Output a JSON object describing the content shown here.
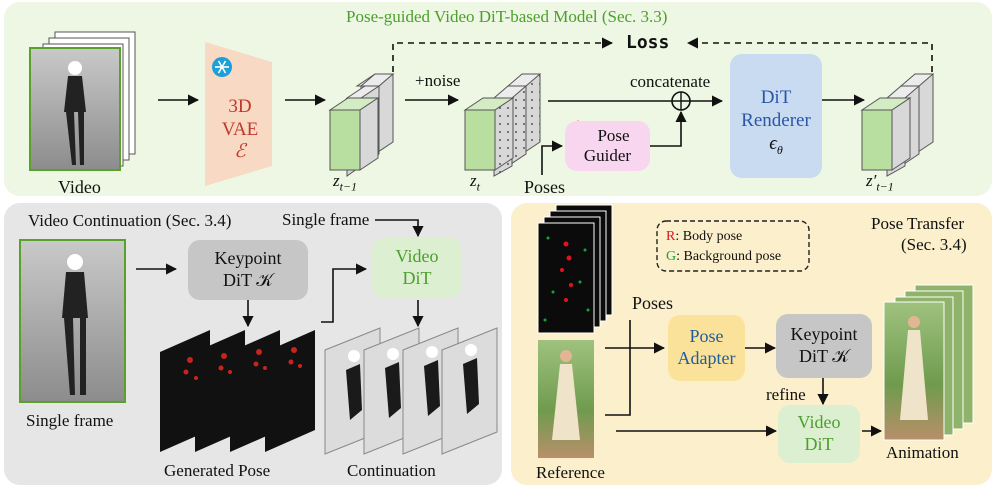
{
  "top": {
    "title": "Pose-guided Video DiT-based Model (Sec. 3.3)",
    "loss": "Loss",
    "noise": "+noise",
    "concat": "concatenate",
    "video_label": "Video",
    "vae": {
      "line1": "3D",
      "line2": "VAE",
      "line3": "ℰ"
    },
    "z_prev": "z",
    "z_prev_sub": "t−1",
    "z_t": "z",
    "z_t_sub": "t",
    "z_out": "z′",
    "z_out_sub": "t−1",
    "pose_guider": {
      "line1": "Pose",
      "line2": "Guider"
    },
    "poses": "Poses",
    "dit_renderer": {
      "line1": "DiT",
      "line2": "Renderer",
      "line3": "ϵ",
      "sub": "θ"
    }
  },
  "left": {
    "title": "Video Continuation (Sec. 3.4)",
    "single_frame_top": "Single frame",
    "single_frame_bottom": "Single frame",
    "keypoint": {
      "line1": "Keypoint",
      "line2": "DiT 𝒦"
    },
    "video_dit": {
      "line1": "Video",
      "line2": "DiT"
    },
    "generated_pose": "Generated Pose",
    "continuation": "Continuation"
  },
  "right": {
    "title_line1": "Pose Transfer",
    "title_line2": "(Sec. 3.4)",
    "legend": {
      "r_key": "R",
      "r_text": ": Body pose",
      "g_key": "G",
      "g_text": ": Background pose"
    },
    "poses": "Poses",
    "pose_adapter": {
      "line1": "Pose",
      "line2": "Adapter"
    },
    "keypoint": {
      "line1": "Keypoint",
      "line2": "DiT 𝒦"
    },
    "refine": "refine",
    "video_dit": {
      "line1": "Video",
      "line2": "DiT"
    },
    "reference": "Reference",
    "animation": "Animation"
  },
  "colors": {
    "top_bg": "#edf7e3",
    "left_bg": "#e6e6e6",
    "right_bg": "#fbefcc",
    "vae": "#f8d9c4",
    "latent_front": "#b9dfa0",
    "latent_side": "#d8d8d8",
    "pose_guider": "#f8d6ef",
    "dit_renderer": "#c9dbf1",
    "keypoint": "#c6c6c6",
    "video_dit": "#dcefd0",
    "pose_adapter": "#fbe29a",
    "legend_red": "#e0141e",
    "legend_green": "#17a33a"
  }
}
